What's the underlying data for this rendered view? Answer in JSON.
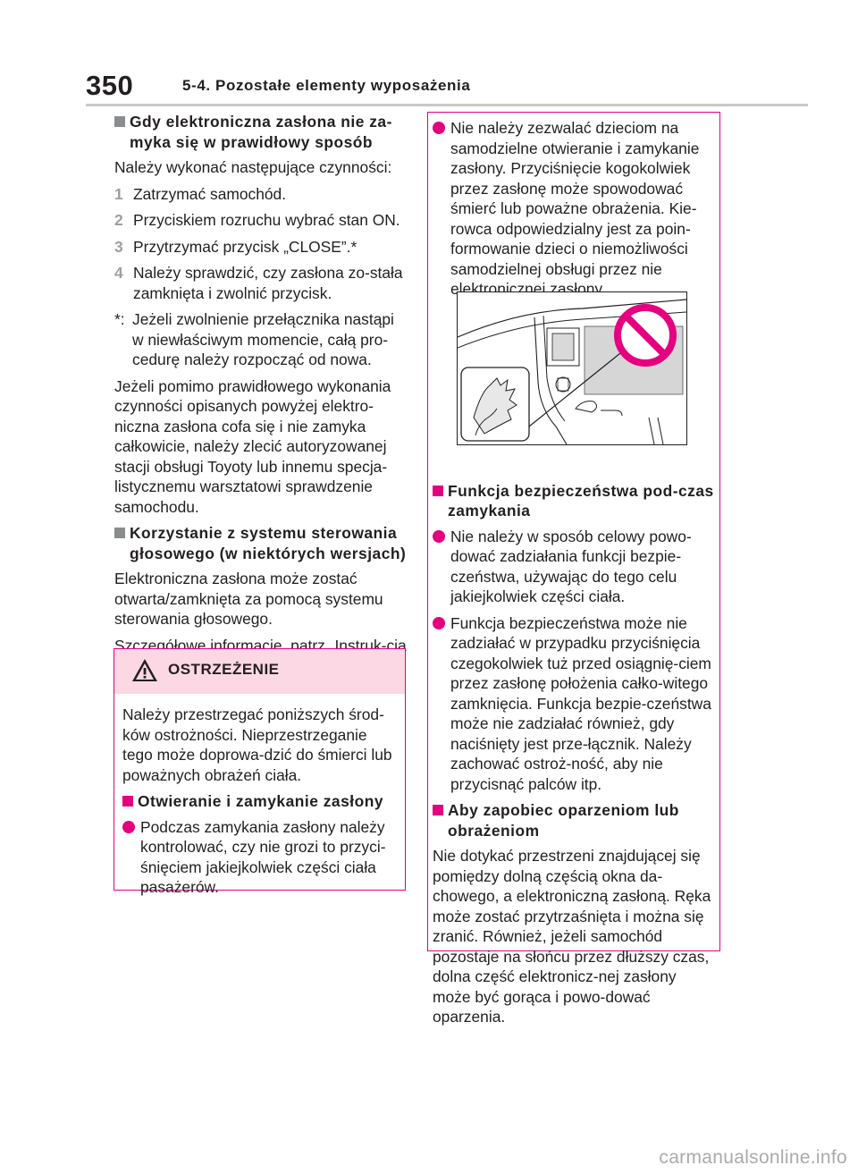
{
  "header": {
    "page_number": "350",
    "section_title": "5-4. Pozostałe elementy wyposażenia"
  },
  "left": {
    "h1": "Gdy elektroniczna zasłona nie za-myka się w prawidłowy sposób",
    "intro": "Należy wykonać następujące czynności:",
    "steps": [
      {
        "num": "1",
        "text": "Zatrzymać samochód."
      },
      {
        "num": "2",
        "text": "Przyciskiem rozruchu wybrać stan ON."
      },
      {
        "num": "3",
        "text": "Przytrzymać przycisk „CLOSE”.*"
      },
      {
        "num": "4",
        "text": "Należy sprawdzić, czy zasłona zo-stała zamknięta i zwolnić przycisk."
      }
    ],
    "note_mark": "*:",
    "note": "Jeżeli zwolnienie przełącznika nastąpi w niewłaściwym momencie, całą pro-cedurę należy rozpocząć od nowa.",
    "para1": "Jeżeli pomimo prawidłowego wykonania czynności opisanych powyżej elektro-niczna zasłona cofa się i nie zamyka całkowicie, należy zlecić autoryzowanej stacji obsługi Toyoty lub innemu specja-listycznemu warsztatowi sprawdzenie samochodu.",
    "h2": "Korzystanie z systemu sterowania głosowego (w niektórych wersjach)",
    "para2": "Elektroniczna zasłona może zostać otwarta/zamknięta za pomocą systemu sterowania głosowego.",
    "para3": "Szczegółowe informacje, patrz „Instruk-cja obsługi systemu multimedialnego”."
  },
  "warning": {
    "title": "OSTRZEŻENIE",
    "intro": "Należy przestrzegać poniższych środ-ków ostrożności. Nieprzestrzeganie tego może doprowa-dzić do śmierci lub poważnych obrażeń ciała.",
    "heading": "Otwieranie i zamykanie zasłony",
    "bullet": "Podczas zamykania zasłony należy kontrolować, czy nie grozi to przyci-śnięciem jakiejkolwiek części ciała pasażerów."
  },
  "right": {
    "bullet1": "Nie należy zezwalać dzieciom na samodzielne otwieranie i zamykanie zasłony. Przyciśnięcie kogokolwiek przez zasłonę może spowodować śmierć lub poważne obrażenia. Kie-rowca odpowiedzialny jest za poin-formowanie dzieci o niemożliwości samodzielnej obsługi przez nie elektronicznej zasłony.",
    "heading1": "Funkcja bezpieczeństwa pod-czas zamykania",
    "bullet2": "Nie należy w sposób celowy powo-dować zadziałania funkcji bezpie-czeństwa, używając do tego celu jakiejkolwiek części ciała.",
    "bullet3": "Funkcja bezpieczeństwa może nie zadziałać w przypadku przyciśnięcia czegokolwiek tuż przed osiągnię-ciem przez zasłonę położenia całko-witego zamknięcia. Funkcja bezpie-czeństwa może nie zadziałać również, gdy naciśnięty jest prze-łącznik. Należy zachować ostroż-ność, aby nie przycisnąć palców itp.",
    "heading2": "Aby zapobiec oparzeniom lub obrażeniom",
    "para": "Nie dotykać przestrzeni znajdującej się pomiędzy dolną częścią okna da-chowego, a elektroniczną zasłoną. Ręka może zostać przytrzaśnięta i można się zranić. Również, jeżeli samochód pozostaje na słońcu przez dłuższy czas, dolna część elektronicz-nej zasłony może być gorąca i powo-dować oparzenia."
  },
  "footer": {
    "logo": "carmanualsonline.info"
  },
  "colors": {
    "accent": "#e4007f",
    "warning_bg": "#fbd8e3",
    "step_number": "#9c9ea0"
  }
}
